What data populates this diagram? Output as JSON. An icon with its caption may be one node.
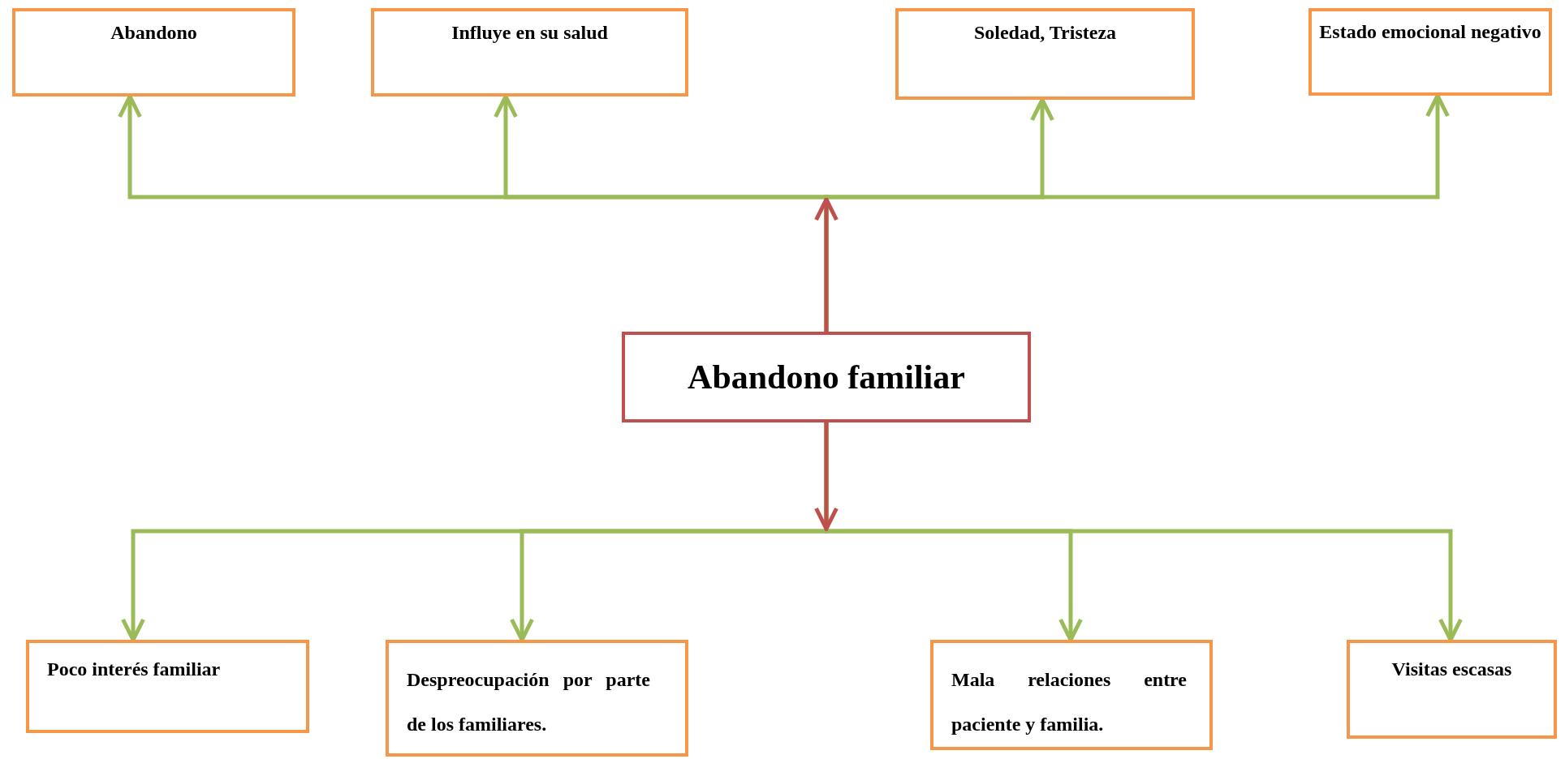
{
  "diagram": {
    "nodes": [
      {
        "text": [
          "Abandono"
        ]
      },
      {
        "text": [
          "Influye en su salud"
        ]
      },
      {
        "text": [
          "Soledad, Tristeza"
        ]
      },
      {
        "text": [
          "Estado emocional negativo"
        ]
      },
      {
        "text": [
          "Abandono familiar"
        ]
      },
      {
        "text": [
          "Poco interés familiar"
        ]
      },
      {
        "text": [
          "Despreocupación por parte de los familiares."
        ]
      },
      {
        "text": [
          "Mala relaciones entre paciente y familia."
        ]
      },
      {
        "text": [
          "Visitas escasas"
        ]
      }
    ],
    "edges": [
      {
        "from": 4,
        "to": 0,
        "arrow": "to"
      },
      {
        "from": 4,
        "to": 1,
        "arrow": "to"
      },
      {
        "from": 4,
        "to": 2,
        "arrow": "to"
      },
      {
        "from": 4,
        "to": 3,
        "arrow": "to"
      },
      {
        "from": 4,
        "to": 5,
        "arrow": "to"
      },
      {
        "from": 4,
        "to": 6,
        "arrow": "to"
      },
      {
        "from": 4,
        "to": 7,
        "arrow": "to"
      },
      {
        "from": 4,
        "to": 8,
        "arrow": "to"
      }
    ]
  }
}
